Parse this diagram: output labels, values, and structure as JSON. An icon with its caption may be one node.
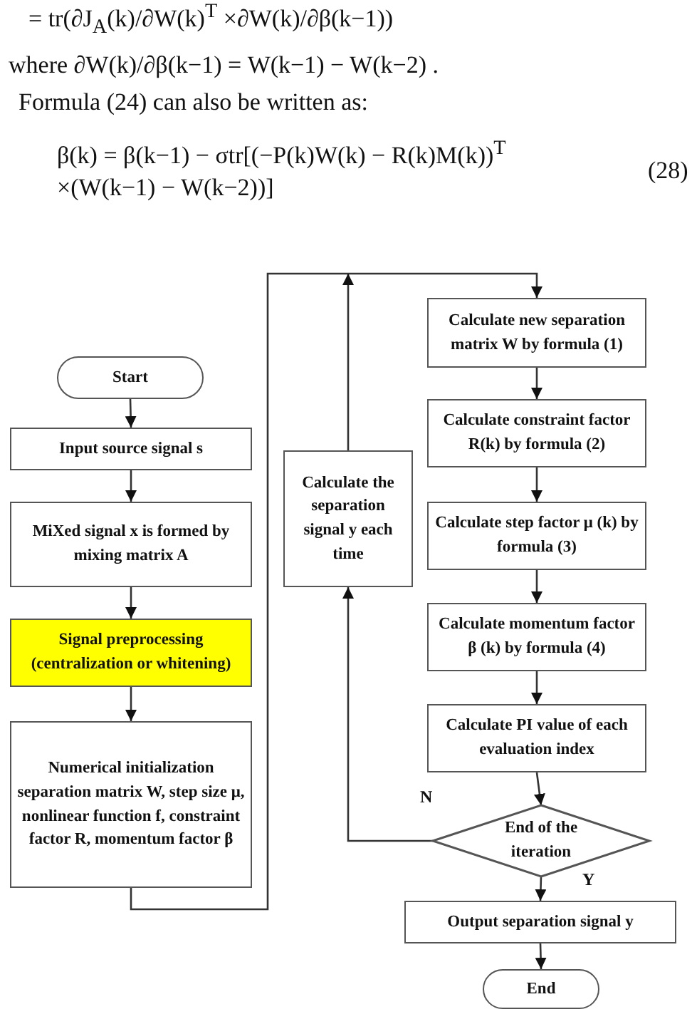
{
  "diagram": {
    "nodes": [
      {
        "text": [
          "Start"
        ]
      },
      {
        "text": [
          "Input source signal s"
        ]
      },
      {
        "text": [
          "MiXed signal x is formed by mixing matrix A"
        ]
      },
      {
        "text": [
          "Signal preprocessing (centralization or whitening)"
        ]
      },
      {
        "text": [
          "Numerical initialization separation matrix W, step size μ, nonlinear function f, constraint factor R, momentum factor β"
        ]
      },
      {
        "text": [
          "Calculate the separation signal y each time"
        ]
      },
      {
        "text": [
          "Calculate new separation matrix W by formula (1)"
        ]
      },
      {
        "text": [
          "Calculate constraint factor R(k) by formula (2)"
        ]
      },
      {
        "text": [
          "Calculate step factor μ (k) by formula (3)"
        ]
      },
      {
        "text": [
          "Calculate momentum factor β (k) by formula (4)"
        ]
      },
      {
        "text": [
          "Calculate PI value of each evaluation index"
        ]
      },
      {
        "text": [
          "End of the iteration"
        ]
      },
      {
        "text": [
          "Output separation signal y"
        ]
      },
      {
        "text": [
          "End"
        ]
      }
    ],
    "edges": [
      {
        "from": 0,
        "to": 1,
        "arrow": "to"
      },
      {
        "from": 1,
        "to": 2,
        "arrow": "to"
      },
      {
        "from": 2,
        "to": 3,
        "arrow": "to"
      },
      {
        "from": 3,
        "to": 4,
        "arrow": "to"
      },
      {
        "from": 4,
        "to": 6,
        "arrow": "to"
      },
      {
        "from": 5,
        "to": 6,
        "arrow": "to"
      },
      {
        "from": 6,
        "to": 7,
        "arrow": "to"
      },
      {
        "from": 7,
        "to": 8,
        "arrow": "to"
      },
      {
        "from": 8,
        "to": 9,
        "arrow": "to"
      },
      {
        "from": 9,
        "to": 10,
        "arrow": "to"
      },
      {
        "from": 10,
        "to": 11,
        "arrow": "to"
      },
      {
        "from": 11,
        "to": 5,
        "arrow": "to",
        "label": "N"
      },
      {
        "from": 11,
        "to": 12,
        "arrow": "to",
        "label": "Y"
      },
      {
        "from": 12,
        "to": 13,
        "arrow": "to"
      }
    ],
    "labels": [
      "= tr(∂J$_{A}$(k)/∂W(k)$^{T}$ ×∂W(k)/∂β(k−1))",
      "where ∂W(k)/∂β(k−1) = W(k−1) − W(k−2) .",
      "Formula (24) can also be written as:",
      "β(k) = β(k−1) − σtr[(−P(k)W(k) − R(k)M(k))$^{T}$",
      "×(W(k−1) − W(k−2))]",
      "(28)"
    ]
  }
}
